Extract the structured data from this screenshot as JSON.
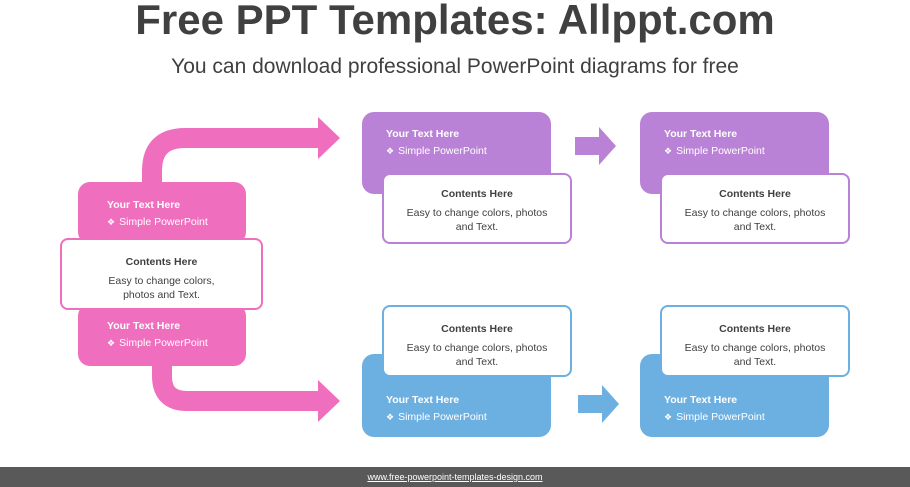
{
  "title": "Free PPT Templates: Allppt.com",
  "subtitle": "You can download professional PowerPoint diagrams for free",
  "colors": {
    "pink": "#F06EBE",
    "purple": "#BA82D6",
    "blue": "#6CB0E2"
  },
  "left_block": {
    "top": {
      "title": "Your Text Here",
      "sub": "Simple PowerPoint"
    },
    "card": {
      "title": "Contents Here",
      "text1": "Easy to change colors,",
      "text2": "photos and Text."
    },
    "bottom": {
      "title": "Your Text Here",
      "sub": "Simple PowerPoint"
    }
  },
  "purple_1": {
    "title": "Your Text Here",
    "sub": "Simple PowerPoint",
    "card": {
      "title": "Contents Here",
      "text1": "Easy to change colors, photos",
      "text2": "and Text."
    }
  },
  "purple_2": {
    "title": "Your Text Here",
    "sub": "Simple PowerPoint",
    "card": {
      "title": "Contents Here",
      "text1": "Easy to change colors, photos",
      "text2": "and Text."
    }
  },
  "blue_1": {
    "title": "Your Text Here",
    "sub": "Simple PowerPoint",
    "card": {
      "title": "Contents Here",
      "text1": "Easy to change colors, photos",
      "text2": "and Text."
    }
  },
  "blue_2": {
    "title": "Your Text Here",
    "sub": "Simple PowerPoint",
    "card": {
      "title": "Contents Here",
      "text1": "Easy to change colors, photos",
      "text2": "and Text."
    }
  },
  "bullet_icon": "four-diamond-bullet-icon",
  "footer": "www.free-powerpoint-templates-design.com"
}
